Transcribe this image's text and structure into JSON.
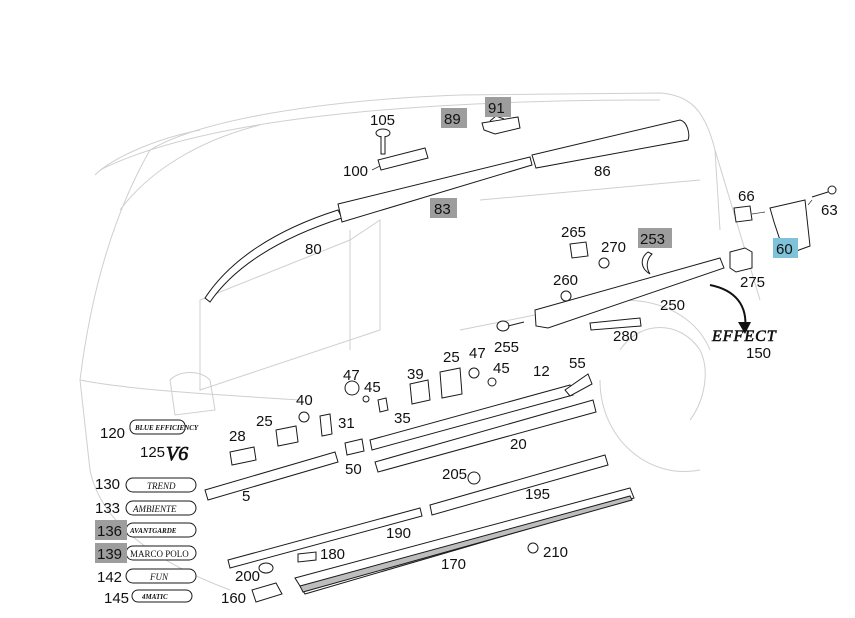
{
  "callouts": [
    {
      "id": "c105",
      "text": "105"
    },
    {
      "id": "c89",
      "text": "89",
      "highlight": "gray"
    },
    {
      "id": "c91",
      "text": "91",
      "highlight": "gray"
    },
    {
      "id": "c100",
      "text": "100"
    },
    {
      "id": "c86",
      "text": "86"
    },
    {
      "id": "c83",
      "text": "83",
      "highlight": "gray"
    },
    {
      "id": "c80",
      "text": "80"
    },
    {
      "id": "c66",
      "text": "66"
    },
    {
      "id": "c63",
      "text": "63"
    },
    {
      "id": "c60",
      "text": "60",
      "highlight": "blue"
    },
    {
      "id": "c265",
      "text": "265"
    },
    {
      "id": "c270",
      "text": "270"
    },
    {
      "id": "c253",
      "text": "253",
      "highlight": "gray"
    },
    {
      "id": "c260",
      "text": "260"
    },
    {
      "id": "c275",
      "text": "275"
    },
    {
      "id": "c250",
      "text": "250"
    },
    {
      "id": "c280",
      "text": "280"
    },
    {
      "id": "c255",
      "text": "255"
    },
    {
      "id": "c150",
      "text": "150"
    },
    {
      "id": "c47a",
      "text": "47"
    },
    {
      "id": "c45a",
      "text": "45"
    },
    {
      "id": "c39",
      "text": "39"
    },
    {
      "id": "c25a",
      "text": "25"
    },
    {
      "id": "c47b",
      "text": "47"
    },
    {
      "id": "c45b",
      "text": "45"
    },
    {
      "id": "c12",
      "text": "12"
    },
    {
      "id": "c55",
      "text": "55"
    },
    {
      "id": "c40",
      "text": "40"
    },
    {
      "id": "c35",
      "text": "35"
    },
    {
      "id": "c25b",
      "text": "25"
    },
    {
      "id": "c31",
      "text": "31"
    },
    {
      "id": "c120",
      "text": "120"
    },
    {
      "id": "c28",
      "text": "28"
    },
    {
      "id": "c20",
      "text": "20"
    },
    {
      "id": "c125",
      "text": "125"
    },
    {
      "id": "c50",
      "text": "50"
    },
    {
      "id": "c205",
      "text": "205"
    },
    {
      "id": "c130",
      "text": "130"
    },
    {
      "id": "c5",
      "text": "5"
    },
    {
      "id": "c195",
      "text": "195"
    },
    {
      "id": "c133",
      "text": "133"
    },
    {
      "id": "c136",
      "text": "136",
      "highlight": "gray"
    },
    {
      "id": "c190",
      "text": "190"
    },
    {
      "id": "c139",
      "text": "139",
      "highlight": "gray"
    },
    {
      "id": "c180",
      "text": "180"
    },
    {
      "id": "c210",
      "text": "210"
    },
    {
      "id": "c170",
      "text": "170"
    },
    {
      "id": "c142",
      "text": "142"
    },
    {
      "id": "c200",
      "text": "200"
    },
    {
      "id": "c145",
      "text": "145"
    },
    {
      "id": "c160",
      "text": "160"
    }
  ],
  "emblems": {
    "trend": "TREND",
    "ambiente": "AMBIENTE",
    "avantgarde": "AVANTGARDE",
    "marco_polo": "MARCO POLO",
    "fun": "FUN",
    "4matic": "4MATIC",
    "blue_efficiency": "BLUE EFFICIENCY",
    "v6": "V6",
    "effect": "EFFECT"
  },
  "colors": {
    "highlight_gray": "#9d9d9d",
    "highlight_blue": "#7fc3da"
  }
}
